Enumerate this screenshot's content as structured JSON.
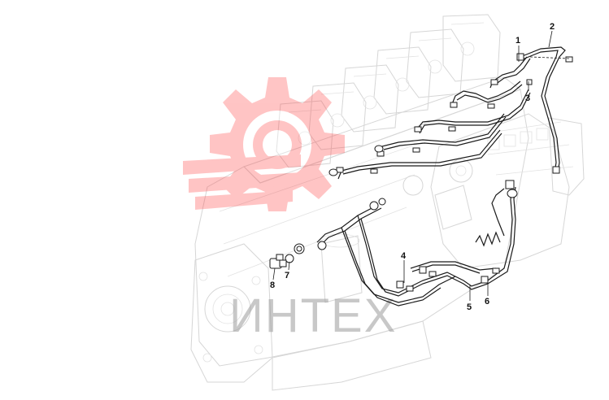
{
  "diagram": {
    "title": "",
    "watermark_text": "ИНТЕХ",
    "watermark_color": "#ff4a4a",
    "line_color": "#1a1a1a",
    "engine_color": "#d6d6d6",
    "callouts": [
      {
        "id": "1",
        "label": "1"
      },
      {
        "id": "2",
        "label": "2"
      },
      {
        "id": "3",
        "label": "3"
      },
      {
        "id": "4",
        "label": "4"
      },
      {
        "id": "5",
        "label": "5"
      },
      {
        "id": "6",
        "label": "6"
      },
      {
        "id": "7",
        "label": "7"
      },
      {
        "id": "8",
        "label": "8"
      }
    ]
  }
}
